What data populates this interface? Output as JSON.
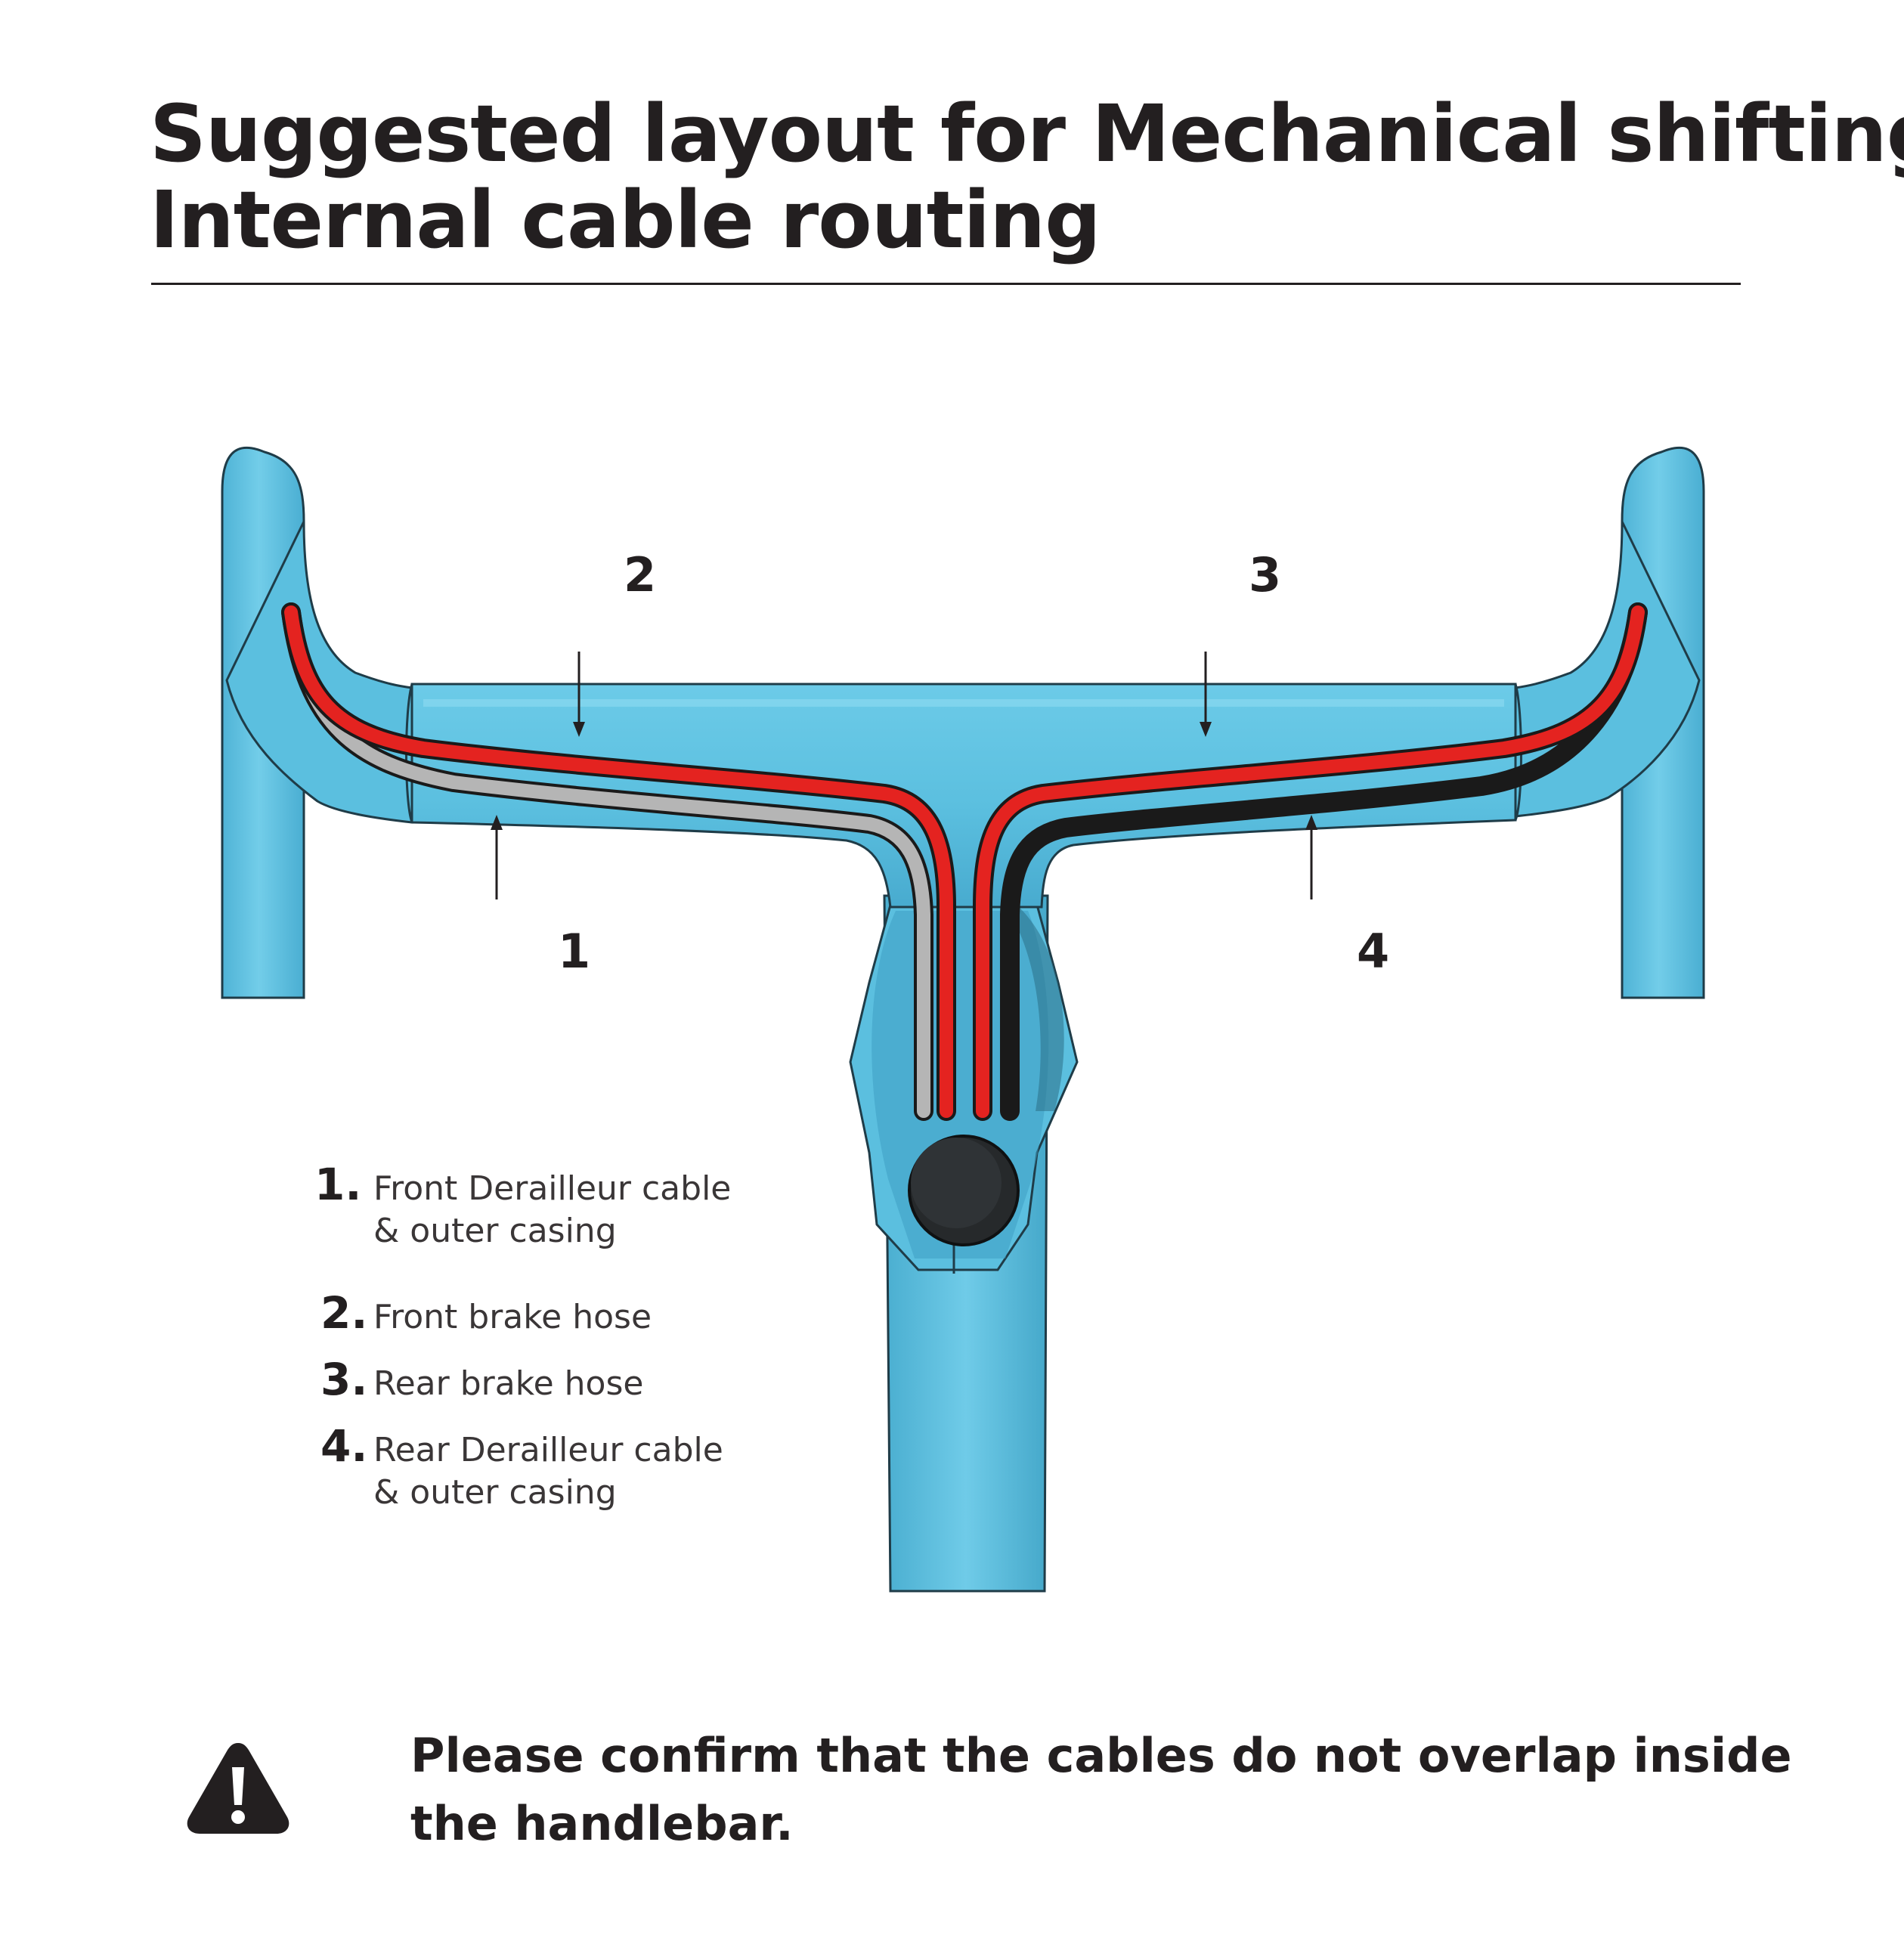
{
  "title": {
    "line1": "Suggested layout for Mechanical shifting",
    "line2": "Internal cable routing"
  },
  "callouts": [
    "1",
    "2",
    "3",
    "4"
  ],
  "legend": [
    {
      "number": "1.",
      "lines": [
        "Front Derailleur cable",
        "& outer casing"
      ],
      "color": "#b5b5b5"
    },
    {
      "number": "2.",
      "lines": [
        "Front brake hose"
      ],
      "color": "#e42320"
    },
    {
      "number": "3.",
      "lines": [
        "Rear brake hose"
      ],
      "color": "#e42320"
    },
    {
      "number": "4.",
      "lines": [
        "Rear Derailleur cable",
        "& outer casing"
      ],
      "color": "#1a1a1a"
    }
  ],
  "colors": {
    "handlebar": "#5bbfdf",
    "handlebar_outline": "#1f3c48",
    "front_derailleur_cable": "#b5b5b5",
    "brake_hose": "#e42320",
    "rear_derailleur_cable": "#1a1a1a",
    "text": "#231f20"
  },
  "warning": {
    "icon": "warning-icon",
    "line1": "Please confirm that the cables do not overlap inside",
    "line2": "the handlebar."
  }
}
